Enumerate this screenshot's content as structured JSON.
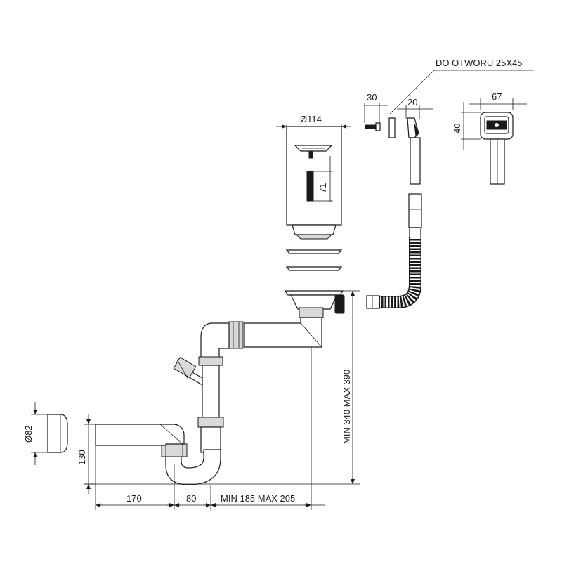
{
  "labels": {
    "hole_note": "DO OTWORU 25X45",
    "basket_diameter": "Ø114",
    "basket_depth": "71",
    "screw_width": "30",
    "overflow_width": "20",
    "overflow_plate_width": "67",
    "overflow_plate_height": "40",
    "cap_diameter": "Ø82",
    "outlet_height": "130",
    "total_height": "MIN 340 MAX 390",
    "outlet_length": "170",
    "trap_offset": "80",
    "trap_to_drain": "MIN 185 MAX 205"
  }
}
